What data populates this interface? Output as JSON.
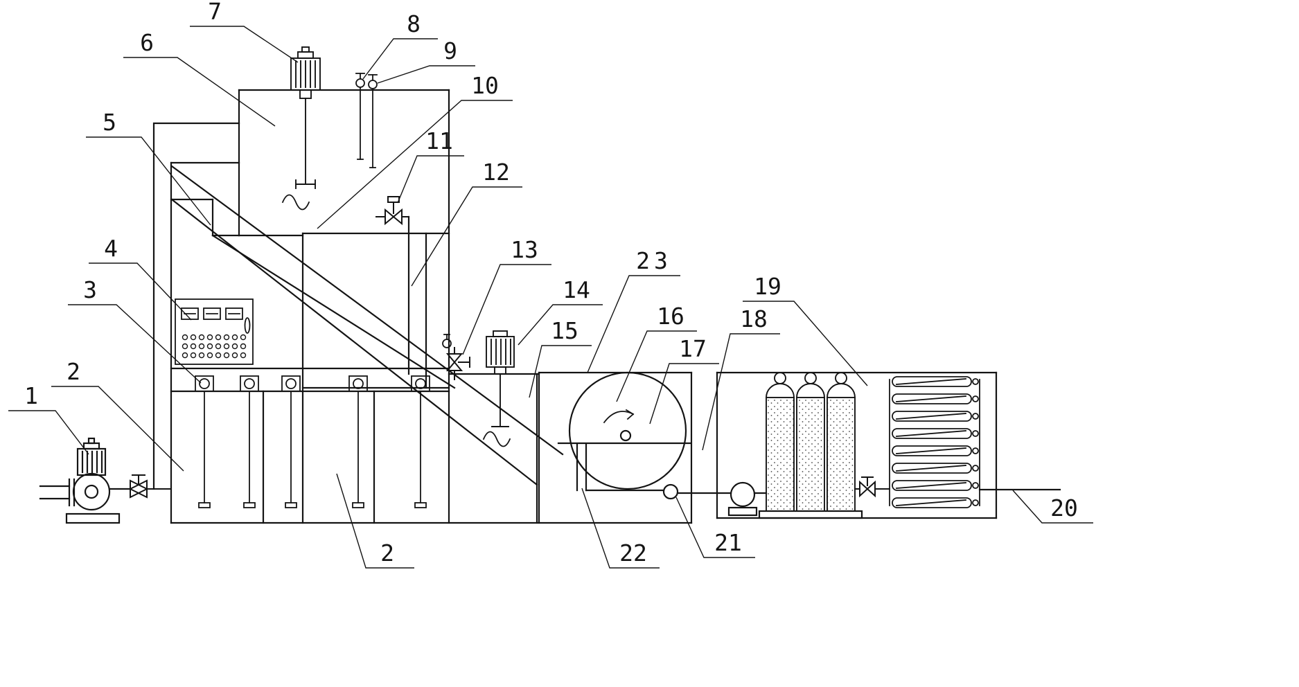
{
  "meta": {
    "type": "engineering-process-schematic",
    "background": "#ffffff",
    "line_color": "#141414"
  },
  "callouts": [
    {
      "label": "1"
    },
    {
      "label": "2"
    },
    {
      "label": "2"
    },
    {
      "label": "3"
    },
    {
      "label": "4"
    },
    {
      "label": "5"
    },
    {
      "label": "6"
    },
    {
      "label": "7"
    },
    {
      "label": "8"
    },
    {
      "label": "9"
    },
    {
      "label": "10"
    },
    {
      "label": "11"
    },
    {
      "label": "12"
    },
    {
      "label": "13"
    },
    {
      "label": "14"
    },
    {
      "label": "15"
    },
    {
      "label": "16"
    },
    {
      "label": "17"
    },
    {
      "label": "18"
    },
    {
      "label": "19"
    },
    {
      "label": "20"
    },
    {
      "label": "21"
    },
    {
      "label": "22"
    },
    {
      "label": "23"
    }
  ]
}
